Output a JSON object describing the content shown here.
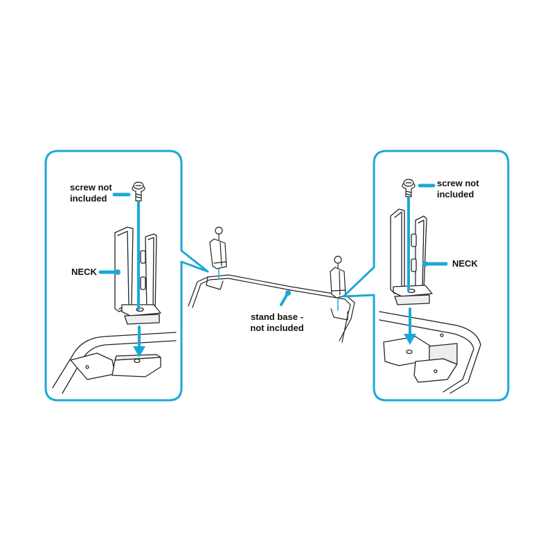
{
  "colors": {
    "accent": "#1aa9d6",
    "line": "#222222",
    "fill": "#ffffff",
    "shade": "#e6e6e6"
  },
  "labels": {
    "left_screw_line1": "screw not",
    "left_screw_line2": "included",
    "left_neck": "NECK",
    "stand_base_line1": "stand base -",
    "stand_base_line2": "not included",
    "right_screw_line1": "screw not",
    "right_screw_line2": "included",
    "right_neck": "NECK"
  }
}
